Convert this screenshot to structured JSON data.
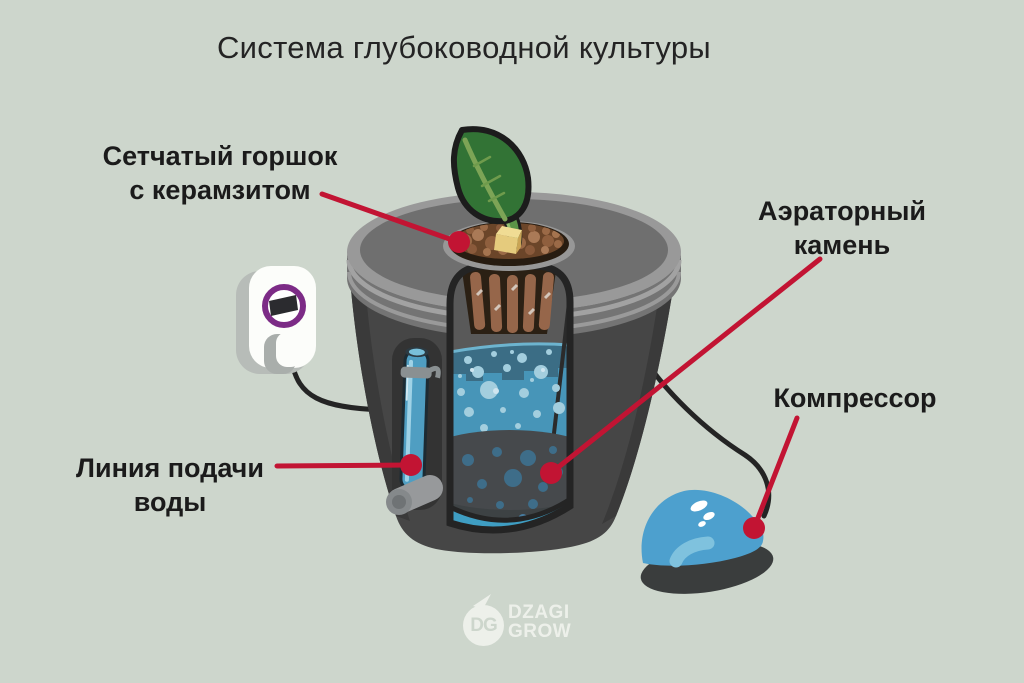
{
  "title": "Система глубоководной культуры",
  "labels": {
    "net_pot": {
      "line1": "Сетчатый горшок",
      "line2": "с керамзитом"
    },
    "air_stone": {
      "line1": "Аэраторный",
      "line2": "камень"
    },
    "compressor": {
      "text": "Компрессор"
    },
    "water_line": {
      "line1": "Линия подачи",
      "line2": "воды"
    }
  },
  "logo": {
    "monogram": "DG",
    "line1": "DZAGI",
    "line2": "GROW"
  },
  "colors": {
    "background": "#cdd6cc",
    "accent_red": "#c21433",
    "water_blue": "#4795b8",
    "water_dark_band": "#3b6d85",
    "bucket_gray": "#464646",
    "lid_gray": "#6f6f6f",
    "compressor_blue": "#4da0ce",
    "tube_blue": "#4f9ec2",
    "timer_ring_purple": "#7c2b86",
    "leaf_green": "#327335",
    "clay_brown": "#9b6a47",
    "logo_white": "#edf0ea",
    "label_text": "#1b1b1b"
  }
}
